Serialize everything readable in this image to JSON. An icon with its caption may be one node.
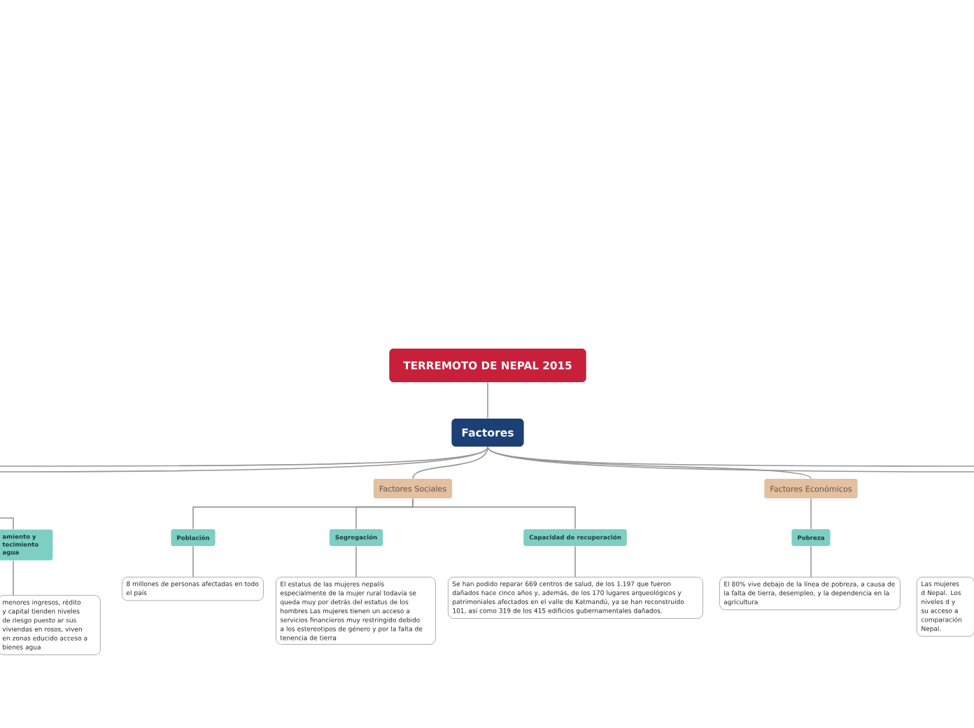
{
  "diagram": {
    "nodes": [
      {
        "text": [
          "TERREMOTO DE NEPAL 2015"
        ]
      },
      {
        "text": [
          "Factores"
        ]
      },
      {
        "text": [
          "Factores Sociales"
        ]
      },
      {
        "text": [
          "Población"
        ]
      },
      {
        "text": [
          "Segregación"
        ]
      },
      {
        "text": [
          "Capacidad de recuperación"
        ]
      },
      {
        "text": [
          "Factores Económicos"
        ]
      },
      {
        "text": [
          "Pobreza"
        ]
      },
      {
        "text": [
          "amiento y tecimiento agua"
        ]
      },
      {
        "text": [
          "menores ingresos, rédito y capital tienden niveles de riesgo puesto ar sus viviendas en rosos, viven en zonas educido acceso a bienes agua"
        ]
      },
      {
        "text": [
          "8 millones de personas afectadas en todo el país"
        ]
      },
      {
        "text": [
          "El estatus de las mujeres nepalís especialmente de la mujer rural todavía se queda muy por detrás del estatus de los hombres Las mujeres tienen un acceso a servicios financieros muy restringido debido a los estereotipos de género y por la falta de tenencia de tierra"
        ]
      },
      {
        "text": [
          "Se han podido reparar 669 centros de salud, de los 1.197 que fueron dañados hace cinco años y, además, de los 170 lugares arqueológicos y patrimoniales afectados en el valle de Katmandú, ya se han reconstruido 101, así como 319 de los 415 edificios gubernamentales dañados."
        ]
      },
      {
        "text": [
          "El 80% vive debajo de la línea de pobreza, a causa de la falta de tierra, desempleo, y la dependencia en la agricultura"
        ]
      },
      {
        "text": [
          "Las mujeres d Nepal. Los niveles d y su acceso a comparación Nepal."
        ]
      }
    ],
    "edges": [
      {
        "from": 0,
        "to": 1,
        "arrow": "none"
      },
      {
        "from": 1,
        "to": 2,
        "arrow": "none"
      },
      {
        "from": 1,
        "to": 6,
        "arrow": "none"
      },
      {
        "from": 1,
        "to": null,
        "arrow": "none"
      },
      {
        "from": 1,
        "to": null,
        "arrow": "none"
      },
      {
        "from": 1,
        "to": null,
        "arrow": "none"
      },
      {
        "from": 1,
        "to": null,
        "arrow": "none"
      },
      {
        "from": 2,
        "to": 3,
        "arrow": "none"
      },
      {
        "from": 2,
        "to": 4,
        "arrow": "none"
      },
      {
        "from": 2,
        "to": 5,
        "arrow": "none"
      },
      {
        "from": 6,
        "to": 7,
        "arrow": "none"
      },
      {
        "from": null,
        "to": 8,
        "arrow": "none"
      },
      {
        "from": 8,
        "to": 9,
        "arrow": "none"
      },
      {
        "from": 3,
        "to": 10,
        "arrow": "none"
      },
      {
        "from": 4,
        "to": 11,
        "arrow": "none"
      },
      {
        "from": 5,
        "to": 12,
        "arrow": "none"
      },
      {
        "from": 7,
        "to": 13,
        "arrow": "none"
      }
    ]
  }
}
